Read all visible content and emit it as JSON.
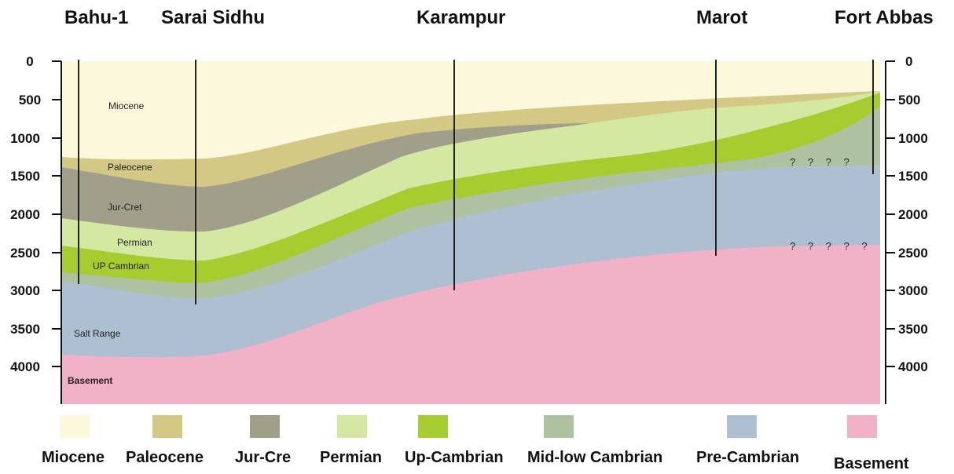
{
  "wells": [
    "Bahu-1",
    "Sarai Sidhu",
    "Karampur",
    "Marot",
    "Fort Abbas"
  ],
  "depth_ticks": [
    "0",
    "500",
    "1000",
    "1500",
    "2000",
    "2500",
    "3000",
    "3500",
    "4000"
  ],
  "section_labels": {
    "miocene": "Miocene",
    "paleocene": "Paleocene",
    "jurcret": "Jur-Cret",
    "permian": "Permian",
    "upcambrian": "UP Cambrian",
    "saltrange": "Salt Range",
    "basement": "Basement"
  },
  "uncertainty_marks": {
    "upper": "? ? ? ?",
    "lower": "? ? ? ? ?"
  },
  "legend": [
    {
      "label": "Miocene",
      "color": "#fcf8dc"
    },
    {
      "label": "Paleocene",
      "color": "#d3c985"
    },
    {
      "label": "Jur-Cre",
      "color": "#a09f8a"
    },
    {
      "label": "Permian",
      "color": "#d4e8a2"
    },
    {
      "label": "Up-Cambrian",
      "color": "#a7cc2f"
    },
    {
      "label": "Mid-low Cambrian",
      "color": "#aec1a0"
    },
    {
      "label": "Pre-Cambrian",
      "color": "#adbfd1"
    },
    {
      "label": "Basement",
      "color": "#f1b1c7"
    }
  ]
}
